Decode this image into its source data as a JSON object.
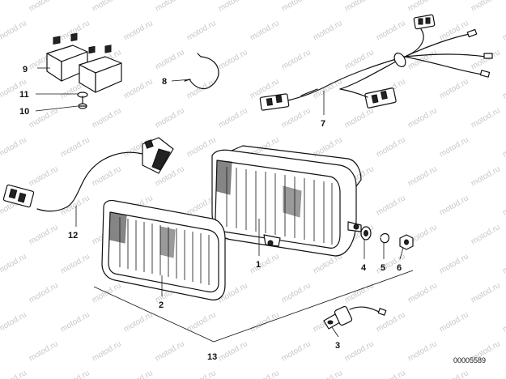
{
  "watermark": "motod.ru",
  "reference_number": "00005589",
  "part_labels": {
    "p1": "1",
    "p2": "2",
    "p3": "3",
    "p4": "4",
    "p5": "5",
    "p6": "6",
    "p7": "7",
    "p8": "8",
    "p9": "9",
    "p10": "10",
    "p11": "11",
    "p12": "12",
    "p13": "13"
  }
}
